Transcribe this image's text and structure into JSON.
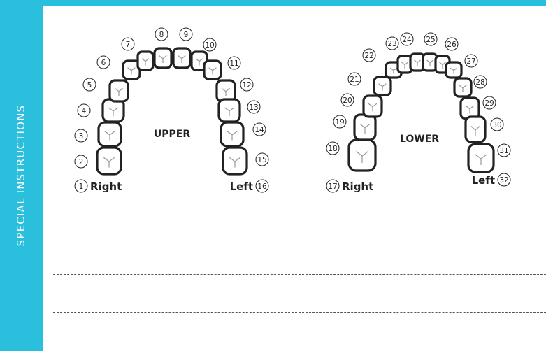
{
  "sidebar": {
    "label": "SPECIAL INSTRUCTIONS"
  },
  "colors": {
    "accent": "#2bbfde",
    "ink": "#222222"
  },
  "upper": {
    "title": "UPPER",
    "right": "Right",
    "left": "Left",
    "teeth": [
      "1",
      "2",
      "3",
      "4",
      "5",
      "6",
      "7",
      "8",
      "9",
      "10",
      "11",
      "12",
      "13",
      "14",
      "15",
      "16"
    ]
  },
  "lower": {
    "title": "LOWER",
    "right": "Right",
    "left": "Left",
    "teeth": [
      "17",
      "18",
      "19",
      "20",
      "21",
      "22",
      "23",
      "24",
      "25",
      "26",
      "27",
      "28",
      "29",
      "30",
      "31",
      "32"
    ]
  },
  "instruction_lines": 3
}
